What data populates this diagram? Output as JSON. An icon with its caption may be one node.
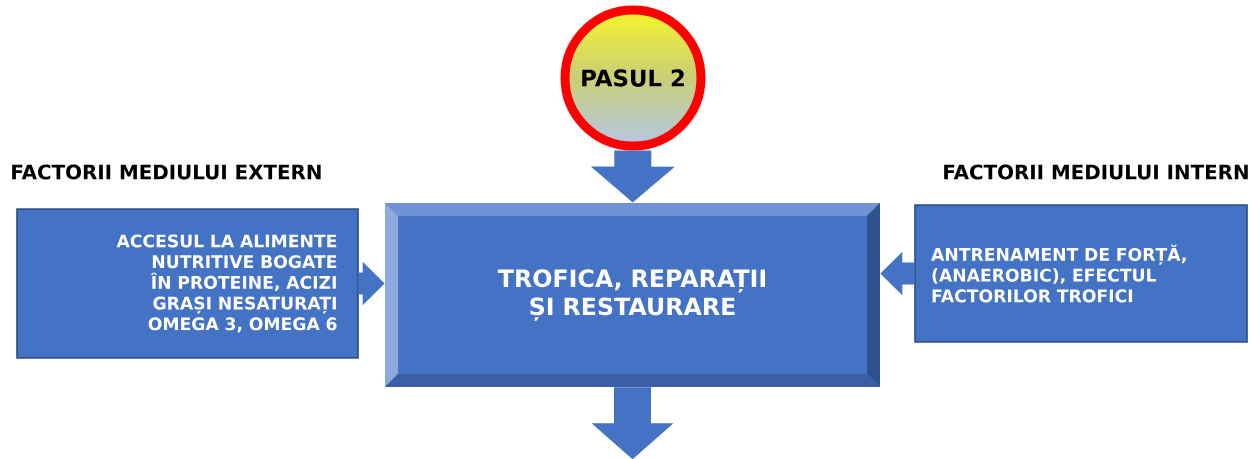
{
  "diagram": {
    "nodes": [
      {
        "text": [
          "PASUL 2"
        ]
      },
      {
        "text": [
          "FACTORII MEDIULUI EXTERN",
          "ACCESUL LA ALIMENTE NUTRITIVE BOGATE ÎN PROTEINE, ACIZI GRAȘI NESATURAȚI OMEGA 3, OMEGA 6"
        ]
      },
      {
        "text": [
          "TROFICA, REPARAȚII ȘI RESTAURARE"
        ]
      },
      {
        "text": [
          "FACTORII MEDIULUI INTERN",
          "ANTRENAMENT DE FORȚĂ, (ANAEROBIC), EFECTUL FACTORILOR TROFICI"
        ]
      }
    ],
    "edges": [
      {
        "from": 0,
        "to": 2,
        "arrow": "to"
      },
      {
        "from": 1,
        "to": 2,
        "arrow": "to"
      },
      {
        "from": 3,
        "to": 2,
        "arrow": "to"
      },
      {
        "from": 2,
        "to": null,
        "arrow": "to"
      }
    ]
  }
}
